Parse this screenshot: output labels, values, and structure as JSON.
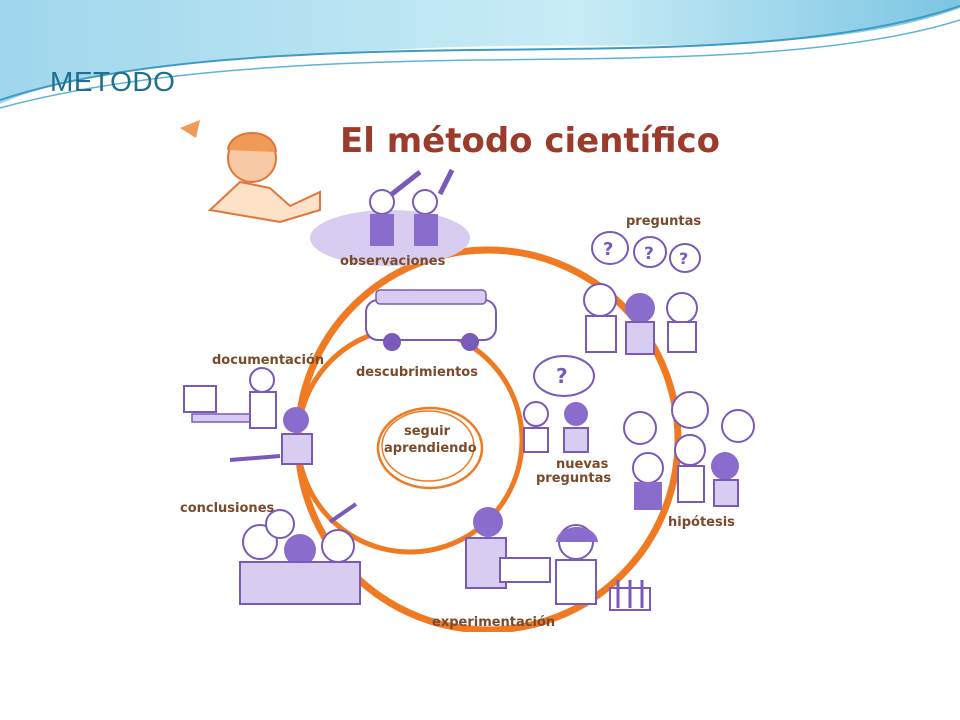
{
  "slide": {
    "title": "METODO"
  },
  "diagram": {
    "title": "El método científico",
    "center": [
      "seguir",
      "aprendiendo"
    ],
    "stages": {
      "observaciones": "observaciones",
      "preguntas": "preguntas",
      "hipotesis": "hipótesis",
      "experimentacion": "experimentación",
      "conclusiones": "conclusiones",
      "documentacion": "documentación",
      "descubrimientos": "descubrimientos",
      "nuevas_preguntas": [
        "nuevas",
        "preguntas"
      ]
    },
    "colors": {
      "cycle": "#f07a22",
      "illustration": "#7a5ab8",
      "title": "#9b3b2b",
      "label": "#7a4a2a",
      "header_wave": "#5fb3d6"
    }
  }
}
